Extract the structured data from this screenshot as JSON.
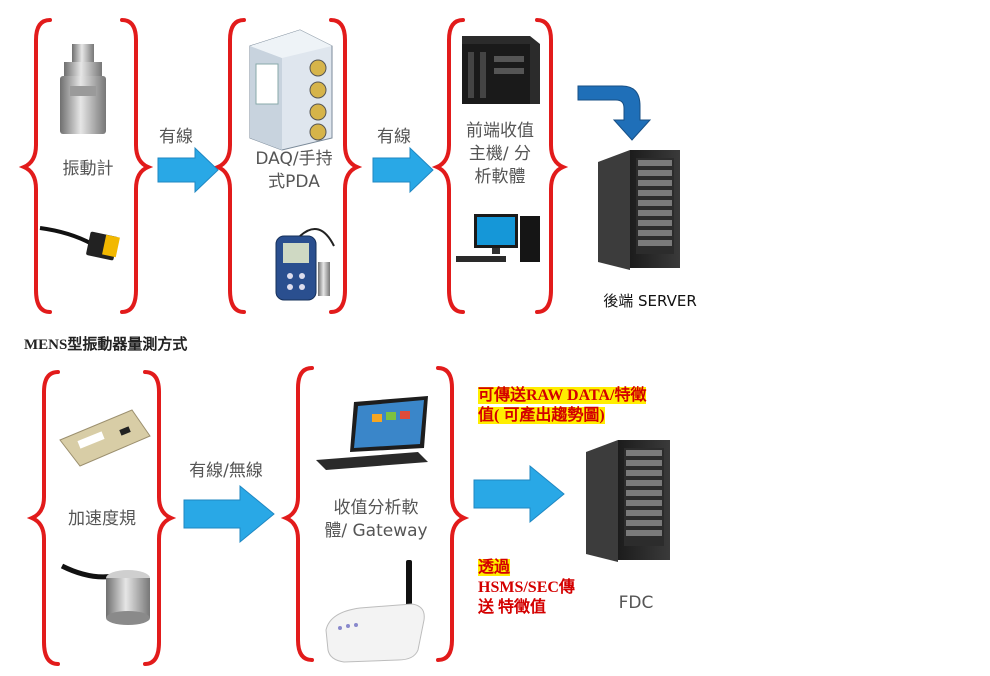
{
  "colors": {
    "brace": "#e21b1b",
    "arrow": "#29a8e6",
    "arrow_dark": "#1f6fb8",
    "note_text": "#d40000",
    "note_highlight": "#ffee00"
  },
  "top_flow": {
    "sensor_group_label": "振動計",
    "link1_label": "有線",
    "daq_group_label_line1": "DAQ/手持",
    "daq_group_label_line2": "式PDA",
    "link2_label": "有線",
    "host_group_label_line1": "前端收值",
    "host_group_label_line2": "主機/ 分",
    "host_group_label_line3": "析軟體",
    "server_label": "後端 SERVER"
  },
  "section_title": "MENS型振動器量測方式",
  "bottom_flow": {
    "sensor_group_label": "加速度規",
    "link_label": "有線/無線",
    "gateway_group_label_line1": "收值分析軟",
    "gateway_group_label_line2": "體/ Gateway",
    "note_raw_line1": "可傳送RAW DATA/特徵",
    "note_raw_line2": "值( 可產出趨勢圖)",
    "note_hsms_line1": "透過",
    "note_hsms_line2": "HSMS/SEC傳",
    "note_hsms_line3": "送 特徵值",
    "fdc_label": "FDC"
  }
}
